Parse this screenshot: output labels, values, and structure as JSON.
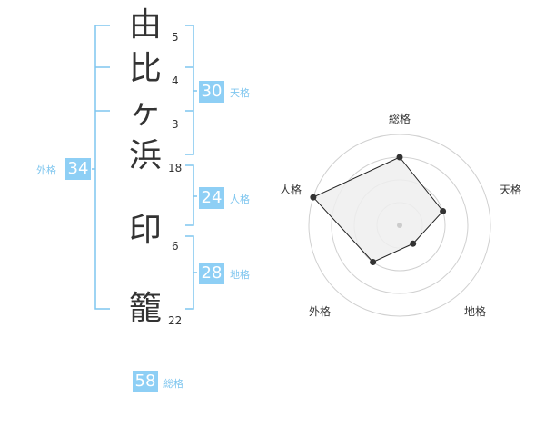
{
  "name": {
    "chars": [
      {
        "char": "由",
        "strokes": "5"
      },
      {
        "char": "比",
        "strokes": "4"
      },
      {
        "char": "ヶ",
        "strokes": "3"
      },
      {
        "char": "浜",
        "strokes": "18"
      },
      {
        "char": "印",
        "strokes": "6"
      },
      {
        "char": "籠",
        "strokes": "22"
      }
    ]
  },
  "fortunes": {
    "tenkaku": {
      "label": "天格",
      "value": "30"
    },
    "jinkaku": {
      "label": "人格",
      "value": "24"
    },
    "chikaku": {
      "label": "地格",
      "value": "28"
    },
    "gaikaku": {
      "label": "外格",
      "value": "34"
    },
    "soukaku": {
      "label": "総格",
      "value": "58"
    }
  },
  "colors": {
    "accent": "#8ecff5",
    "bracket": "#7fc6ef",
    "text": "#333333",
    "grid": "#d0d0d0",
    "polygon_fill": "#efefef"
  },
  "radar": {
    "axes": [
      "総格",
      "天格",
      "地格",
      "外格",
      "人格"
    ],
    "levels": 4,
    "scores": [
      3,
      2,
      1,
      2,
      4
    ]
  }
}
